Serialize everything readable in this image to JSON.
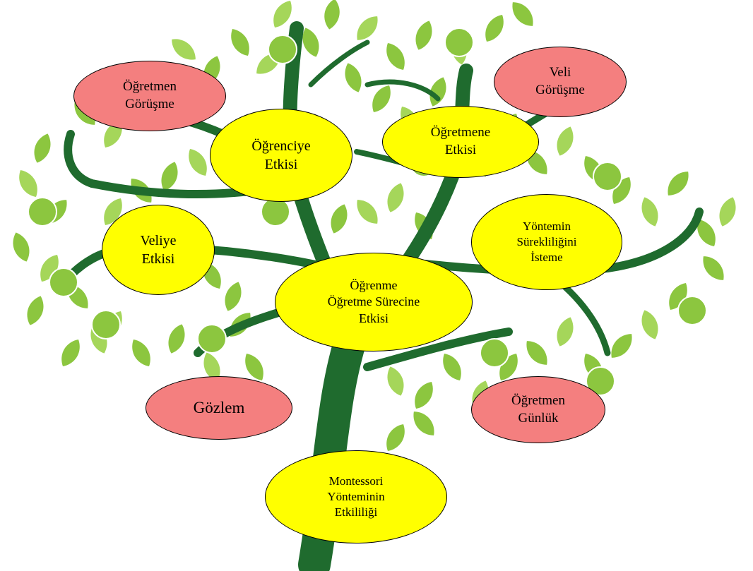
{
  "colors": {
    "trunk": "#1f6b2e",
    "leaf": "#8cc63f",
    "leaf_light": "#a5d65a",
    "pink": "#f47f7f",
    "yellow": "#ffff00"
  },
  "nodes": {
    "ogretmen_gorusme": "Öğretmen\nGörüşme",
    "veli_gorusme": "Veli\nGörüşme",
    "ogrenciye_etkisi": "Öğrenciye\nEtkisi",
    "ogretmene_etkisi": "Öğretmene\nEtkisi",
    "veliye_etkisi": "Veliye\nEtkisi",
    "yontemin_surekliligini": "Yöntemin\nSürekliliğini\nİsteme",
    "ogrenme_ogretme": "Öğrenme\nÖğretme Sürecine\nEtkisi",
    "gozlem": "Gözlem",
    "ogretmen_gunluk": "Öğretmen\nGünlük",
    "montessori": "Montessori\nYönteminin\nEtkililiği"
  }
}
